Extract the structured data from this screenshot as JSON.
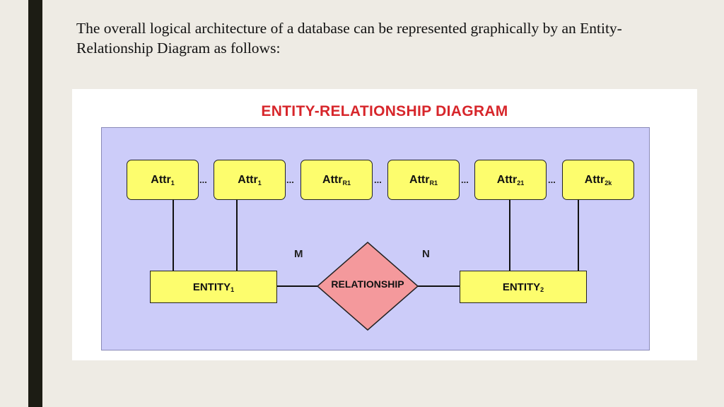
{
  "intro_text": "The overall logical architecture of a database can be represented graphically by an Entity-Relationship Diagram as follows:",
  "diagram": {
    "title": "ENTITY-RELATIONSHIP DIAGRAM",
    "attributes": [
      {
        "base": "Attr",
        "sub": "1"
      },
      {
        "base": "Attr",
        "sub": "1"
      },
      {
        "base": "Attr",
        "sub": "R1"
      },
      {
        "base": "Attr",
        "sub": "R1"
      },
      {
        "base": "Attr",
        "sub": "21"
      },
      {
        "base": "Attr",
        "sub": "2k"
      }
    ],
    "ellipsis": "...",
    "entity_left": {
      "base": "ENTITY",
      "sub": "1"
    },
    "entity_right": {
      "base": "ENTITY",
      "sub": "2"
    },
    "relationship": "RELATIONSHIP",
    "cardinality_left": "M",
    "cardinality_right": "N",
    "colors": {
      "title": "#d7262b",
      "canvas": "#ccccf9",
      "box_fill": "#fdfd6d",
      "relationship_fill": "#f4999c"
    }
  }
}
